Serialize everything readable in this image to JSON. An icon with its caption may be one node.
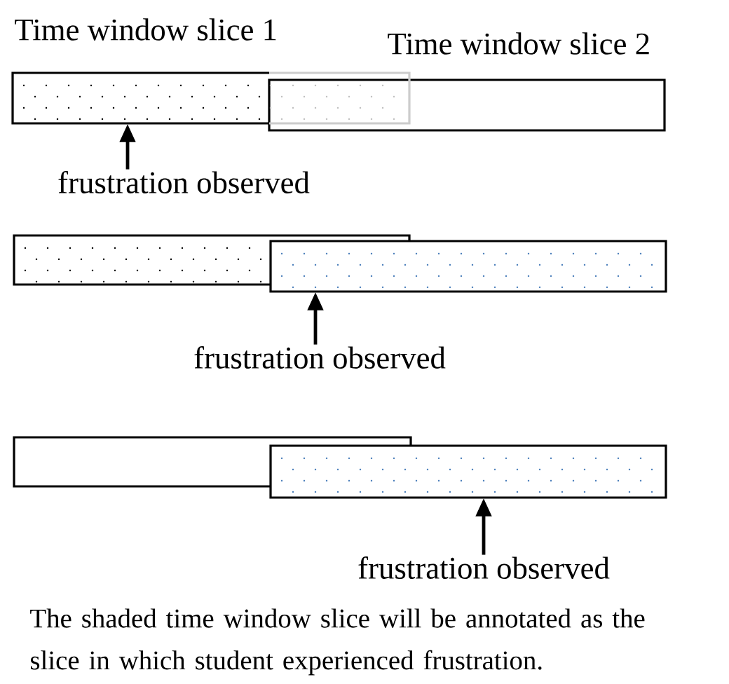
{
  "diagram": {
    "caption": "The shaded time window slice will be annotated as the slice in which student experienced frustration.",
    "nodes": [
      {
        "text": [
          "Time window slice 1"
        ]
      },
      {
        "text": [
          "Time window slice 2"
        ]
      },
      {
        "text": [
          "frustration observed"
        ]
      },
      {
        "text": [],
        "shape": "bar"
      },
      {
        "text": [],
        "shape": "bar"
      },
      {
        "text": [
          "frustration observed"
        ]
      },
      {
        "text": [],
        "shape": "bar"
      },
      {
        "text": [],
        "shape": "bar"
      },
      {
        "text": [
          "frustration observed"
        ]
      }
    ],
    "edges": [
      {
        "from": 2,
        "to": 0,
        "arrow": "to"
      },
      {
        "from": 5,
        "to": 4,
        "arrow": "to"
      },
      {
        "from": 8,
        "to": 7,
        "arrow": "to"
      }
    ]
  }
}
